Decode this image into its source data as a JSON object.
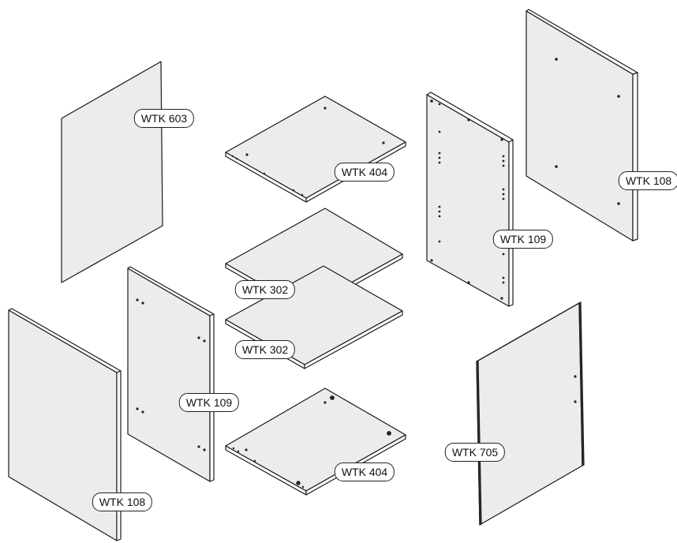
{
  "labels": {
    "wtk603": "WTK 603",
    "wtk404_top": "WTK 404",
    "wtk302_a": "WTK 302",
    "wtk302_b": "WTK 302",
    "wtk404_bottom": "WTK 404",
    "wtk109_right": "WTK 109",
    "wtk108_right": "WTK 108",
    "wtk109_left": "WTK 109",
    "wtk108_left": "WTK 108",
    "wtk705": "WTK 705"
  }
}
